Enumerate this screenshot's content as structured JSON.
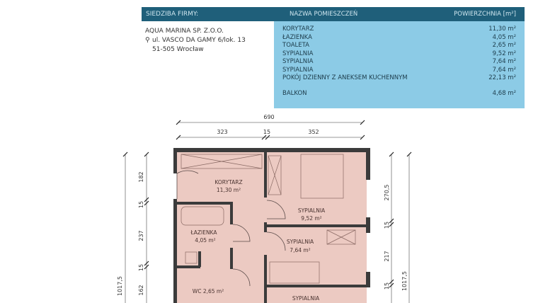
{
  "company": {
    "header": "SIEDZIBA FIRMY:",
    "name": "AQUA MARINA SP. Z.O.O.",
    "address_line1": "ul. VASCO DA GAMY 6/lok. 13",
    "address_line2": "51-505 Wrocław",
    "icon": "map-pin-icon"
  },
  "rooms_table": {
    "col_name": "NAZWA POMIESZCZEŃ",
    "col_area": "POWIERZCHNIA [m²]",
    "rows": [
      {
        "name": "KORYTARZ",
        "area": "11,30 m²"
      },
      {
        "name": "ŁAZIENKA",
        "area": "4,05 m²"
      },
      {
        "name": "TOALETA",
        "area": "2,65 m²"
      },
      {
        "name": "SYPIALNIA",
        "area": "9,52 m²"
      },
      {
        "name": "SYPIALNIA",
        "area": "7,64 m²"
      },
      {
        "name": "SYPIALNIA",
        "area": "7,64 m²"
      },
      {
        "name": "POKÓJ  DZIENNY Z ANEKSEM KUCHENNYM",
        "area": "22,13 m²"
      },
      {
        "name": "BALKON",
        "area": "4,68 m²"
      }
    ]
  },
  "plan": {
    "dims_top": {
      "total": "690",
      "left": "323",
      "wall": "15",
      "right": "352"
    },
    "dims_left": [
      "182",
      "15",
      "237",
      "15",
      "162"
    ],
    "dims_left_total": "1017,5",
    "dims_right": [
      "270,5",
      "15",
      "217",
      "15"
    ],
    "dims_right_total": "1017,5",
    "labels": {
      "korytarz": "KORYTARZ",
      "korytarz_area": "11,30 m²",
      "sypialnia1": "SYPIALNIA",
      "sypialnia1_area": "9,52 m²",
      "lazienka": "ŁAZIENKA",
      "lazienka_area": "4,05 m²",
      "sypialnia2": "SYPIALNIA",
      "sypialnia2_area": "7,64 m²",
      "wc": "WC 2,65 m²",
      "sypialnia3": "SYPIALNIA"
    },
    "colors": {
      "floor": "#eccac2",
      "wall": "#3b3b3b"
    }
  }
}
